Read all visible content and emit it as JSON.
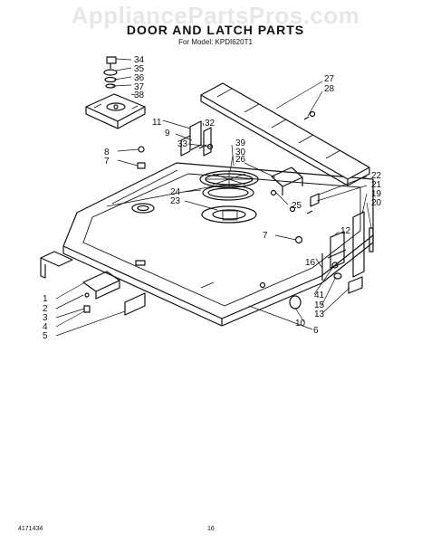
{
  "watermark": "AppliancePartsPros.com",
  "title": "DOOR AND LATCH PARTS",
  "subtitle": "For Model: KPDI620T1",
  "footer": {
    "doc_number": "4171434",
    "page_number": "16"
  },
  "callouts": [
    "34",
    "35",
    "36",
    "37",
    "38",
    "27",
    "28",
    "11",
    "32",
    "9",
    "39",
    "30",
    "33",
    "26",
    "8",
    "7",
    "22",
    "21",
    "19",
    "20",
    "24",
    "23",
    "25",
    "12",
    "7",
    "16",
    "41",
    "15",
    "13",
    "1",
    "2",
    "3",
    "4",
    "5",
    "10",
    "6"
  ]
}
